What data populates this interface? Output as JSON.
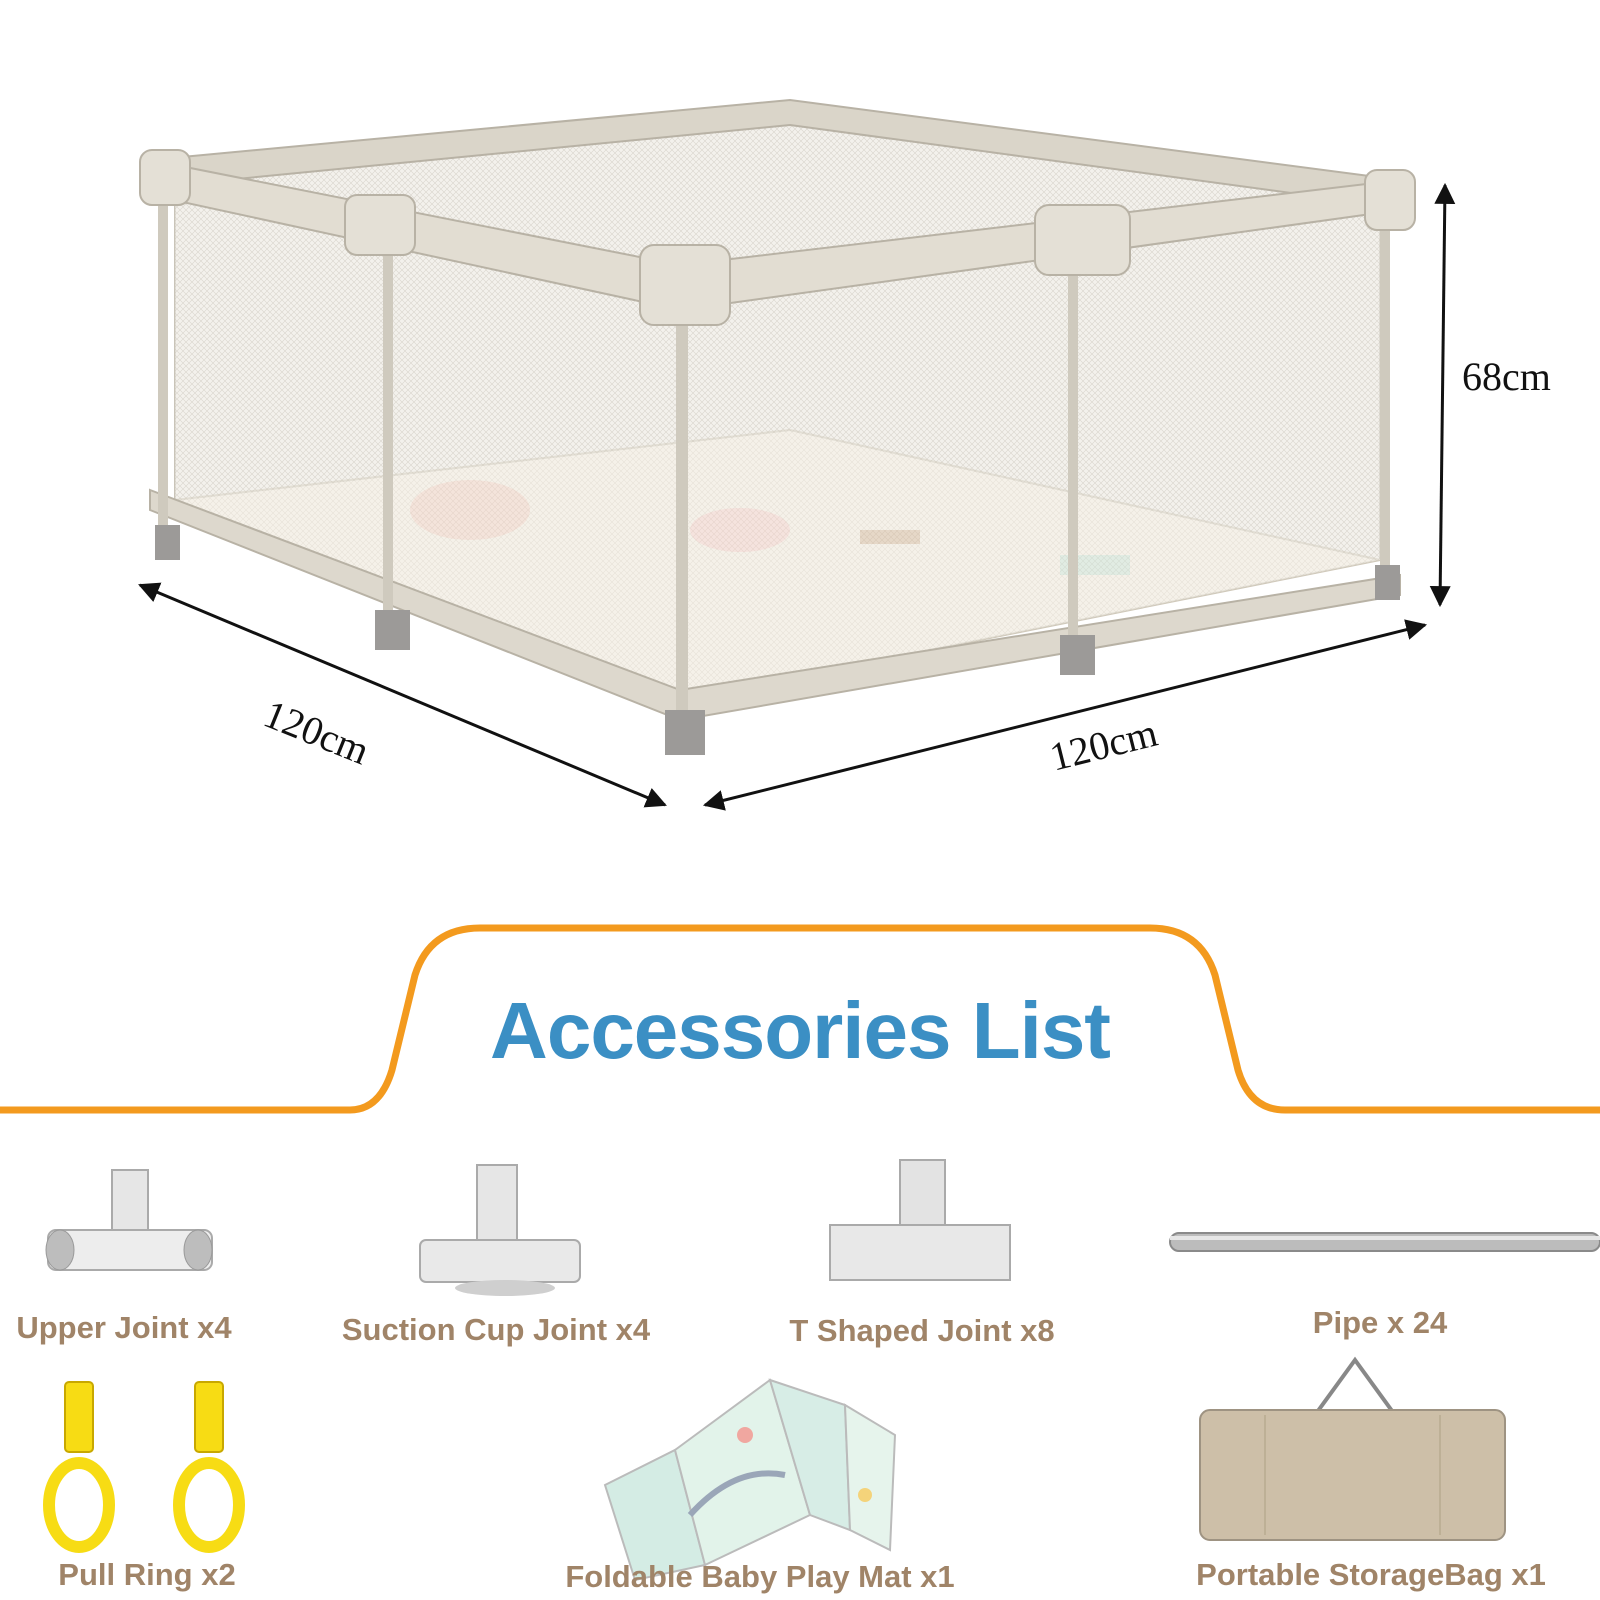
{
  "dimensions": {
    "height_label": "68cm",
    "depth_label": "120cm",
    "width_label": "120cm"
  },
  "accessories": {
    "title": "Accessories List",
    "items": [
      {
        "label": "Upper Joint x4"
      },
      {
        "label": "Suction Cup Joint x4"
      },
      {
        "label": "T Shaped Joint x8"
      },
      {
        "label": "Pipe x 24"
      },
      {
        "label": "Pull Ring x2"
      },
      {
        "label": "Foldable Baby Play Mat x1"
      },
      {
        "label": "Portable StorageBag x1"
      }
    ]
  },
  "colors": {
    "title": "#3b8fc4",
    "accent_line": "#f39a1e",
    "label": "#a08468",
    "frame": "#d8d3c8"
  }
}
